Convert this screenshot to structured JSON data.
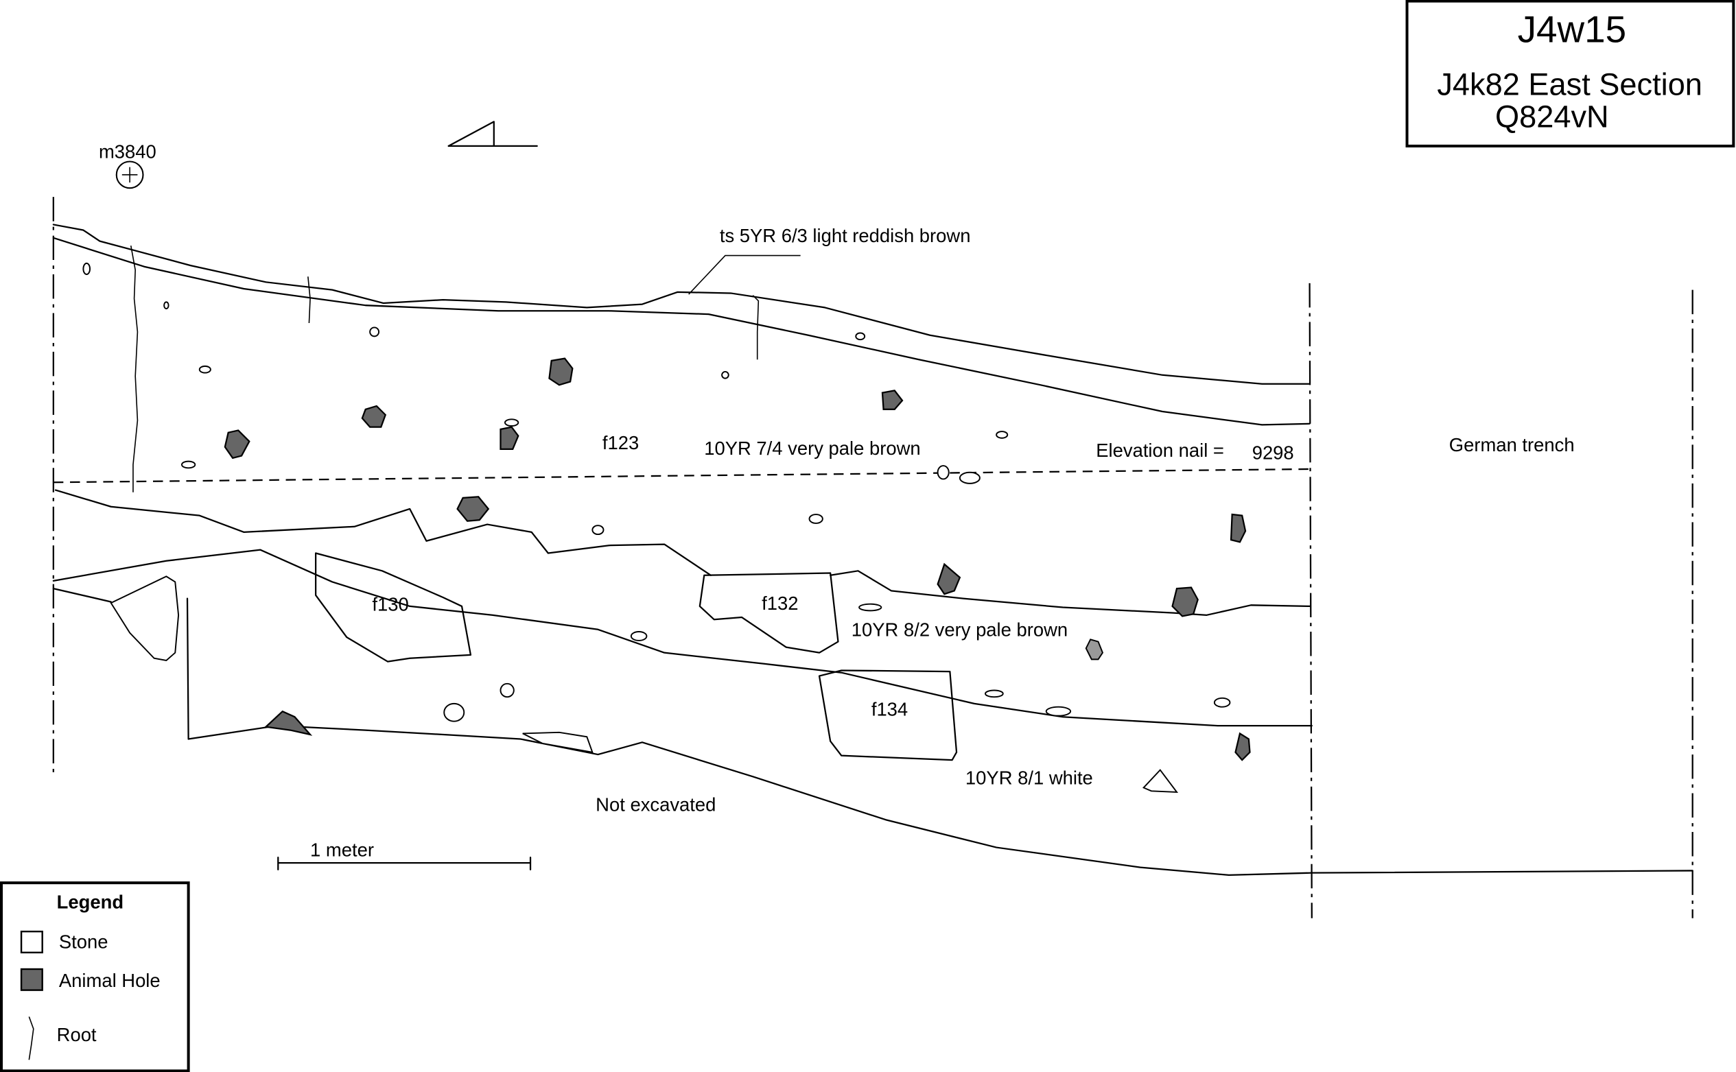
{
  "title_box": {
    "title": "J4w15",
    "subtitle": "J4k82 East Section",
    "code": "Q824vN"
  },
  "datum": {
    "label": "m3840"
  },
  "labels": {
    "topsoil": "ts 5YR 6/3 light reddish brown",
    "feature_f123": "f123",
    "layer_upper": "10YR 7/4 very pale brown",
    "elevation_label": "Elevation nail =",
    "elevation_value": "9298",
    "german_trench": "German trench",
    "feature_f130": "f130",
    "feature_f132": "f132",
    "feature_f134": "f134",
    "layer_middle": "10YR 8/2 very pale brown",
    "layer_lower": "10YR 8/1 white",
    "not_excavated": "Not excavated"
  },
  "scale_bar": {
    "label": "1 meter"
  },
  "legend": {
    "title": "Legend",
    "items": [
      {
        "label": "Stone",
        "symbol": "stone"
      },
      {
        "label": "Animal Hole",
        "symbol": "animal-hole"
      },
      {
        "label": "Root",
        "symbol": "root"
      }
    ]
  },
  "colors": {
    "line": "#000000",
    "animal_hole_fill": "#666666",
    "background": "#ffffff"
  }
}
